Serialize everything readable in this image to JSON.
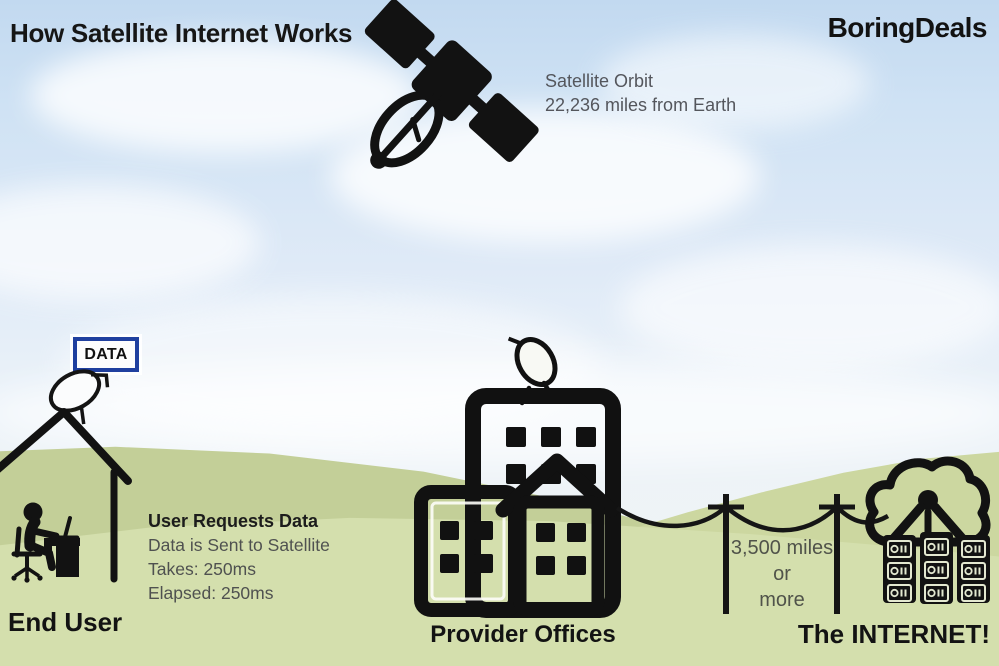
{
  "header": {
    "title": "How Satellite Internet Works",
    "brand": "BoringDeals"
  },
  "satellite": {
    "orbit_line1": "Satellite Orbit",
    "orbit_line2": "22,236 miles from Earth"
  },
  "end_user": {
    "data_tag": "DATA",
    "label": "End User",
    "request_lines": [
      "User Requests Data",
      "Data is Sent to Satellite",
      "Takes: 250ms",
      "Elapsed: 250ms"
    ]
  },
  "provider": {
    "label": "Provider Offices"
  },
  "distance": {
    "lines": [
      "3,500 miles",
      "or",
      "more"
    ]
  },
  "internet": {
    "label": "The INTERNET!"
  },
  "icons": {
    "satellite": "satellite-icon",
    "house_dish": "house-with-dish-icon",
    "person_desk": "person-at-desk-icon",
    "provider_buildings": "office-buildings-with-dish-icon",
    "telephone_poles": "telephone-poles-wires-icon",
    "internet_cloud": "cloud-with-servers-icon"
  },
  "colors": {
    "ink": "#161616",
    "muted_text": "#54565c",
    "accent_blue": "#20409f",
    "sky": "#cfe2f4",
    "grass": "#ccd7a0"
  }
}
